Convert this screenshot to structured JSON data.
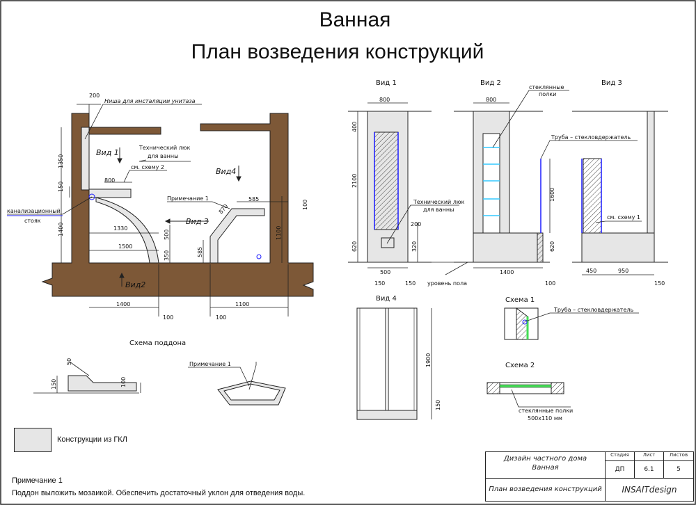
{
  "titles": {
    "room": "Ванная",
    "plan": "План возведения конструкций"
  },
  "views": {
    "v1": "Вид 1",
    "v2": "Вид 2",
    "v3": "Вид 3",
    "v4": "Вид 4",
    "s1": "Схема 1",
    "s2": "Схема 2"
  },
  "plan_labels": {
    "niche": "Ниша для инсталяции унитаза",
    "hatch": "Технический люк",
    "hatch2": "для ванны",
    "see_s2": "см. схему 2",
    "note1": "Примечание 1",
    "sewer1": "канализационный",
    "sewer2": "стояк",
    "vid1": "Вид 1",
    "vid2": "Вид2",
    "vid3": "Вид 3",
    "vid4": "Вид4"
  },
  "plan_dims": {
    "d200": "200",
    "d1350": "1350",
    "d150": "150",
    "d1400v": "1400",
    "d800": "800",
    "d1330": "1330",
    "d1500": "1500",
    "d500": "500",
    "d350": "350",
    "d1400h": "1400",
    "d100a": "100",
    "d585a": "585",
    "d870": "870",
    "d585b": "585",
    "d100b": "100",
    "d1100v": "1100",
    "d1100h": "1100",
    "d100c": "100"
  },
  "elev_labels": {
    "glass_shelves1": "стеклянные",
    "glass_shelves2": "полки",
    "tube": "Труба – стекловдержатель",
    "hatch": "Технический люк",
    "hatch2": "для ванны",
    "see_s1": "см. схему 1",
    "floor": "уровень пола"
  },
  "elev_dims": {
    "v1_w": "800",
    "v1_400": "400",
    "v1_2100": "2100",
    "v1_620": "620",
    "v1_200": "200",
    "v1_320": "320",
    "v1_500": "500",
    "v1_150a": "150",
    "v1_150b": "150",
    "v2_w": "800",
    "v2_1600": "1600",
    "v2_620": "620",
    "v2_1400": "1400",
    "v2_100": "100",
    "v3_450": "450",
    "v3_950": "950",
    "v3_150": "150",
    "v4_1900": "1900",
    "v4_150": "150"
  },
  "schema_labels": {
    "tray": "Схема поддона",
    "note1": "Примечание 1",
    "d50": "50",
    "d150": "150",
    "d100": "100",
    "s1_tube": "Труба – стекловдержатель",
    "s2_shelves": "стеклянные полки",
    "s2_size": "500х110 мм"
  },
  "legend": {
    "gkl": "Конструкции из ГКЛ"
  },
  "note": {
    "head": "Примечание 1",
    "body": "Поддон выложить мозаикой. Обеспечить достаточный уклон для отведения воды."
  },
  "stamp": {
    "project": "Дизайн частного дома",
    "room": "Ванная",
    "stage_h": "Стадия",
    "sheet_h": "Лист",
    "sheets_h": "Листов",
    "stage": "ДП",
    "sheet": "6.1",
    "sheets": "5",
    "doc": "План возведения конструкций",
    "brand": "INSAITdesign"
  },
  "colors": {
    "wall": "#7d5837",
    "gkl": "#e6e6e6",
    "glass": "#33c9ff",
    "tube": "#1a1aff",
    "green": "#44dd55"
  }
}
